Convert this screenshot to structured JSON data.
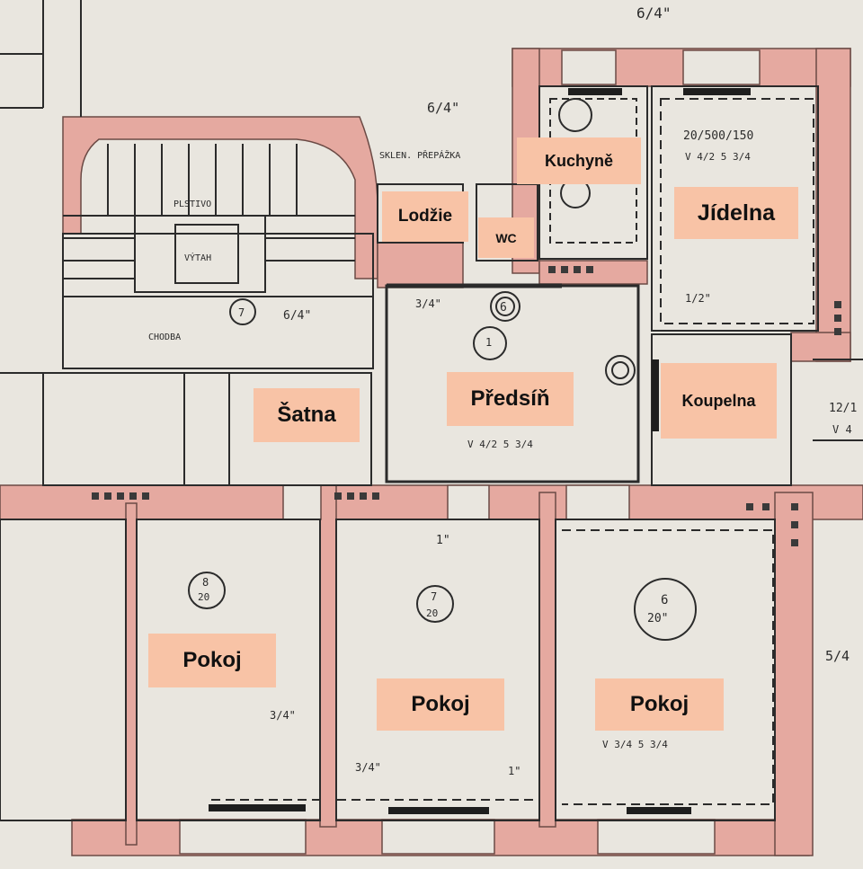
{
  "colors": {
    "paper": "#e9e6df",
    "wall": "#e5a9a0",
    "ink": "#2b2b2b",
    "label_bg": "#f8c3a6",
    "label_text": "#111111"
  },
  "rooms": [
    {
      "id": "kuchyne",
      "label": "Kuchyně"
    },
    {
      "id": "jidelna",
      "label": "Jídelna"
    },
    {
      "id": "lodzie",
      "label": "Lodžie"
    },
    {
      "id": "wc",
      "label": "WC"
    },
    {
      "id": "satna",
      "label": "Šatna"
    },
    {
      "id": "predsin",
      "label": "Předsíň"
    },
    {
      "id": "koupelna",
      "label": "Koupelna"
    },
    {
      "id": "pokoj1",
      "label": "Pokoj"
    },
    {
      "id": "pokoj2",
      "label": "Pokoj"
    },
    {
      "id": "pokoj3",
      "label": "Pokoj"
    }
  ],
  "annotations": {
    "dim_top": "6/4\"",
    "dim_stair": "6/4\"",
    "sklen": "SKLEN. PŘEPÁŽKA",
    "plstovy": "PLSTIVO",
    "vytah": "VÝTAH",
    "chodba": "CHODBA",
    "corridor_num": "7",
    "corridor_dim": "6/4\"",
    "vestibule_34": "3/4\"",
    "predsin_circle": "6",
    "predsin_sub": "1",
    "predsin_spec": "V 4/2  5 3/4",
    "koupelna_dim": "12/1",
    "koupelna_v": "V 4",
    "jidelna_spec": "20/500/150",
    "jidelna_spec2": "V 4/2  5 3/4",
    "room8": "8",
    "room8_sub": "20",
    "room7": "7",
    "room7_sub": "20",
    "room6": "6",
    "room6_sub": "20\"",
    "dim_1": "1\"",
    "dim_34a": "3/4\"",
    "dim_34b": "3/4\"",
    "dim_1b": "1\"",
    "dim_54": "5/4",
    "dim_12": "1/2\"",
    "spec_pokoj": "V 3/4  5 3/4"
  }
}
